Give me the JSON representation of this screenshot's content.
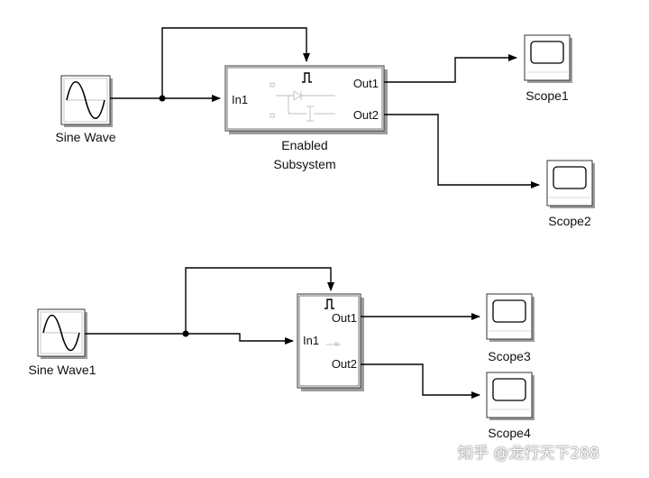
{
  "diagram": {
    "top": {
      "source_label": "Sine Wave",
      "subsystem_label_line1": "Enabled",
      "subsystem_label_line2": "Subsystem",
      "in_port": "In1",
      "out_port1": "Out1",
      "out_port2": "Out2",
      "scope1_label": "Scope1",
      "scope2_label": "Scope2"
    },
    "bottom": {
      "source_label": "Sine Wave1",
      "in_port": "In1",
      "out_port1": "Out1",
      "out_port2": "Out2",
      "scope3_label": "Scope3",
      "scope4_label": "Scope4"
    }
  },
  "watermark": "知乎 @龙行天下288",
  "colors": {
    "wire": "#000000",
    "block_border": "#333333",
    "block_shadow": "#9c9c9c",
    "subsystem_fill": "#ffffff",
    "scope_screen": "#ffffff",
    "inner_diagram": "#bfbfbf"
  }
}
